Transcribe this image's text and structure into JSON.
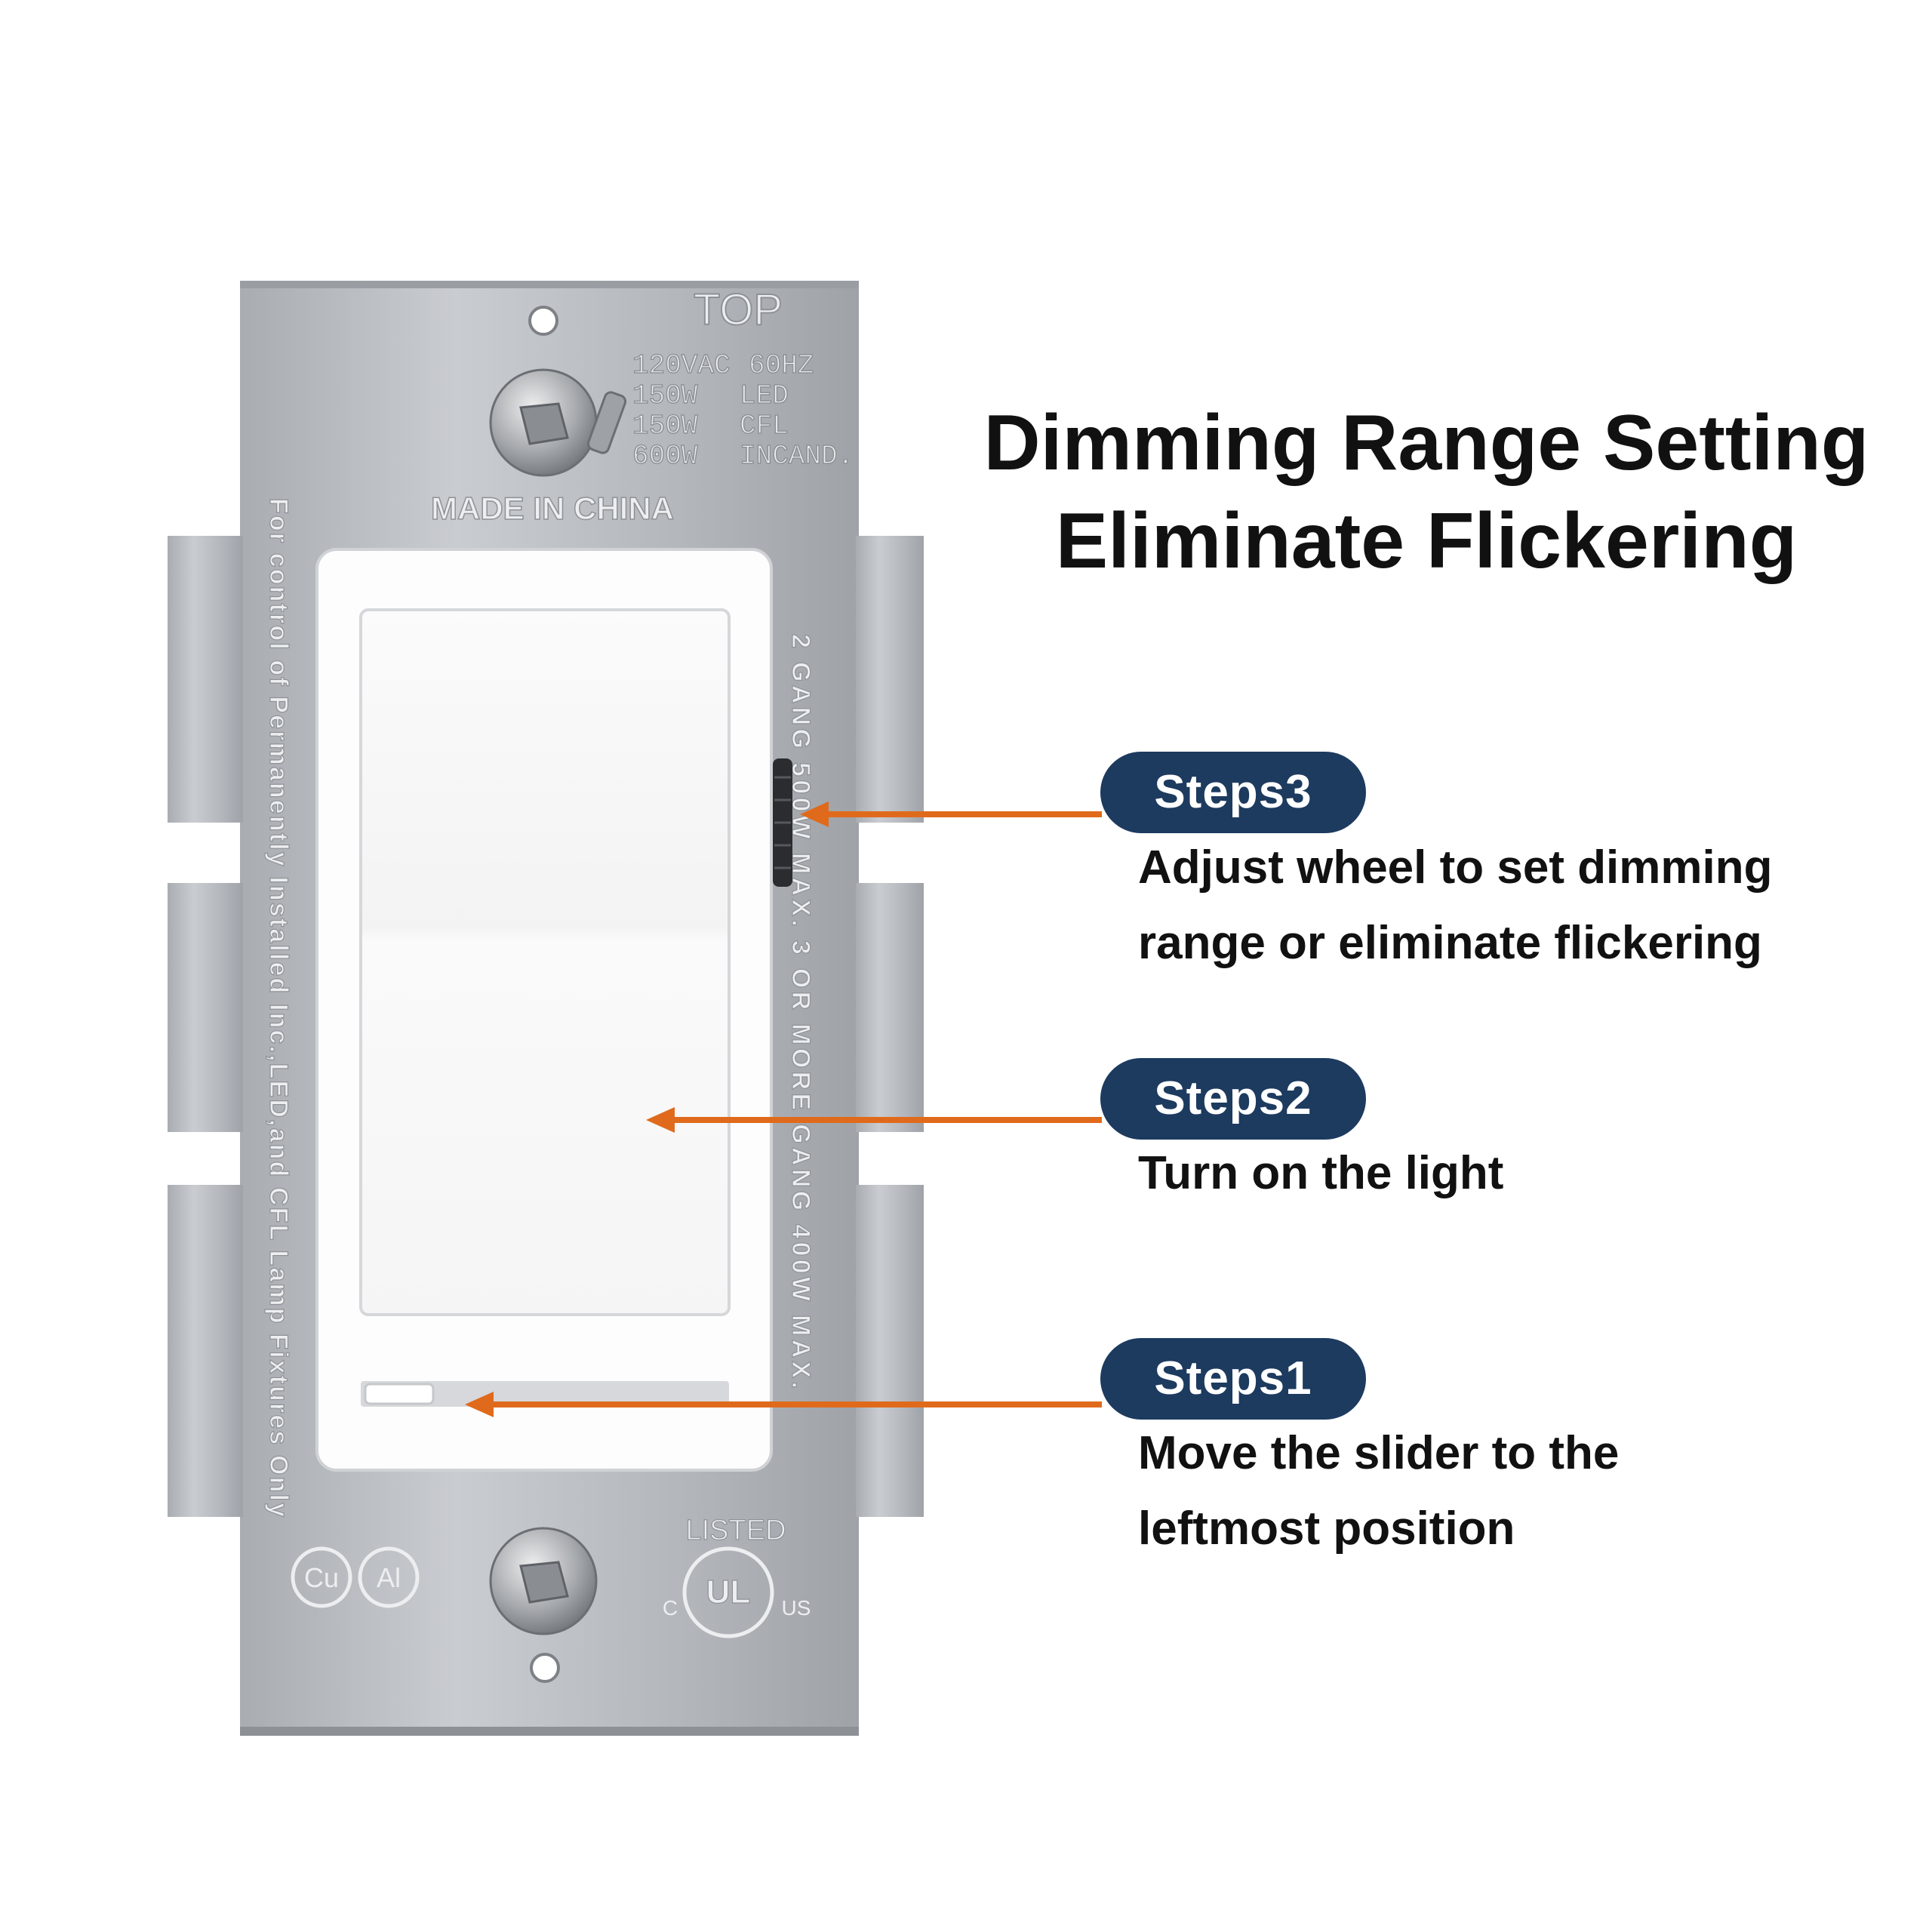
{
  "title": {
    "line1": "Dimming Range Setting",
    "line2": "Eliminate Flickering"
  },
  "steps": [
    {
      "label": "Steps3",
      "line1": "Adjust wheel to set dimming",
      "line2": "range or eliminate flickering"
    },
    {
      "label": "Steps2",
      "line1": "Turn on the light"
    },
    {
      "label": "Steps1",
      "line1": "Move the slider to the",
      "line2": "leftmost position"
    }
  ],
  "device": {
    "top_label": "TOP",
    "ratings": [
      [
        "120VAC",
        "60HZ"
      ],
      [
        "150W",
        "LED"
      ],
      [
        "150W",
        "CFL"
      ],
      [
        "600W",
        "INCAND."
      ]
    ],
    "origin": "MADE IN CHINA",
    "side_left": "For control of Permanently Installed Inc.,LED,and CFL Lamp Fixtures Only",
    "side_right": "2 GANG 500W MAX. 3 OR MORE GANG 400W MAX.",
    "listed": "LISTED",
    "ul_mark": "UL",
    "ul_c": "C",
    "ul_us": "US",
    "cu_mark": "Cu",
    "al_mark": "Al"
  },
  "colors": {
    "accent_arrow": "#e06a1c",
    "pill_bg": "#1d3a5f",
    "metal": "#b9bcc0",
    "metal_dark": "#8f9399",
    "switch_white": "#f7f7f7"
  }
}
